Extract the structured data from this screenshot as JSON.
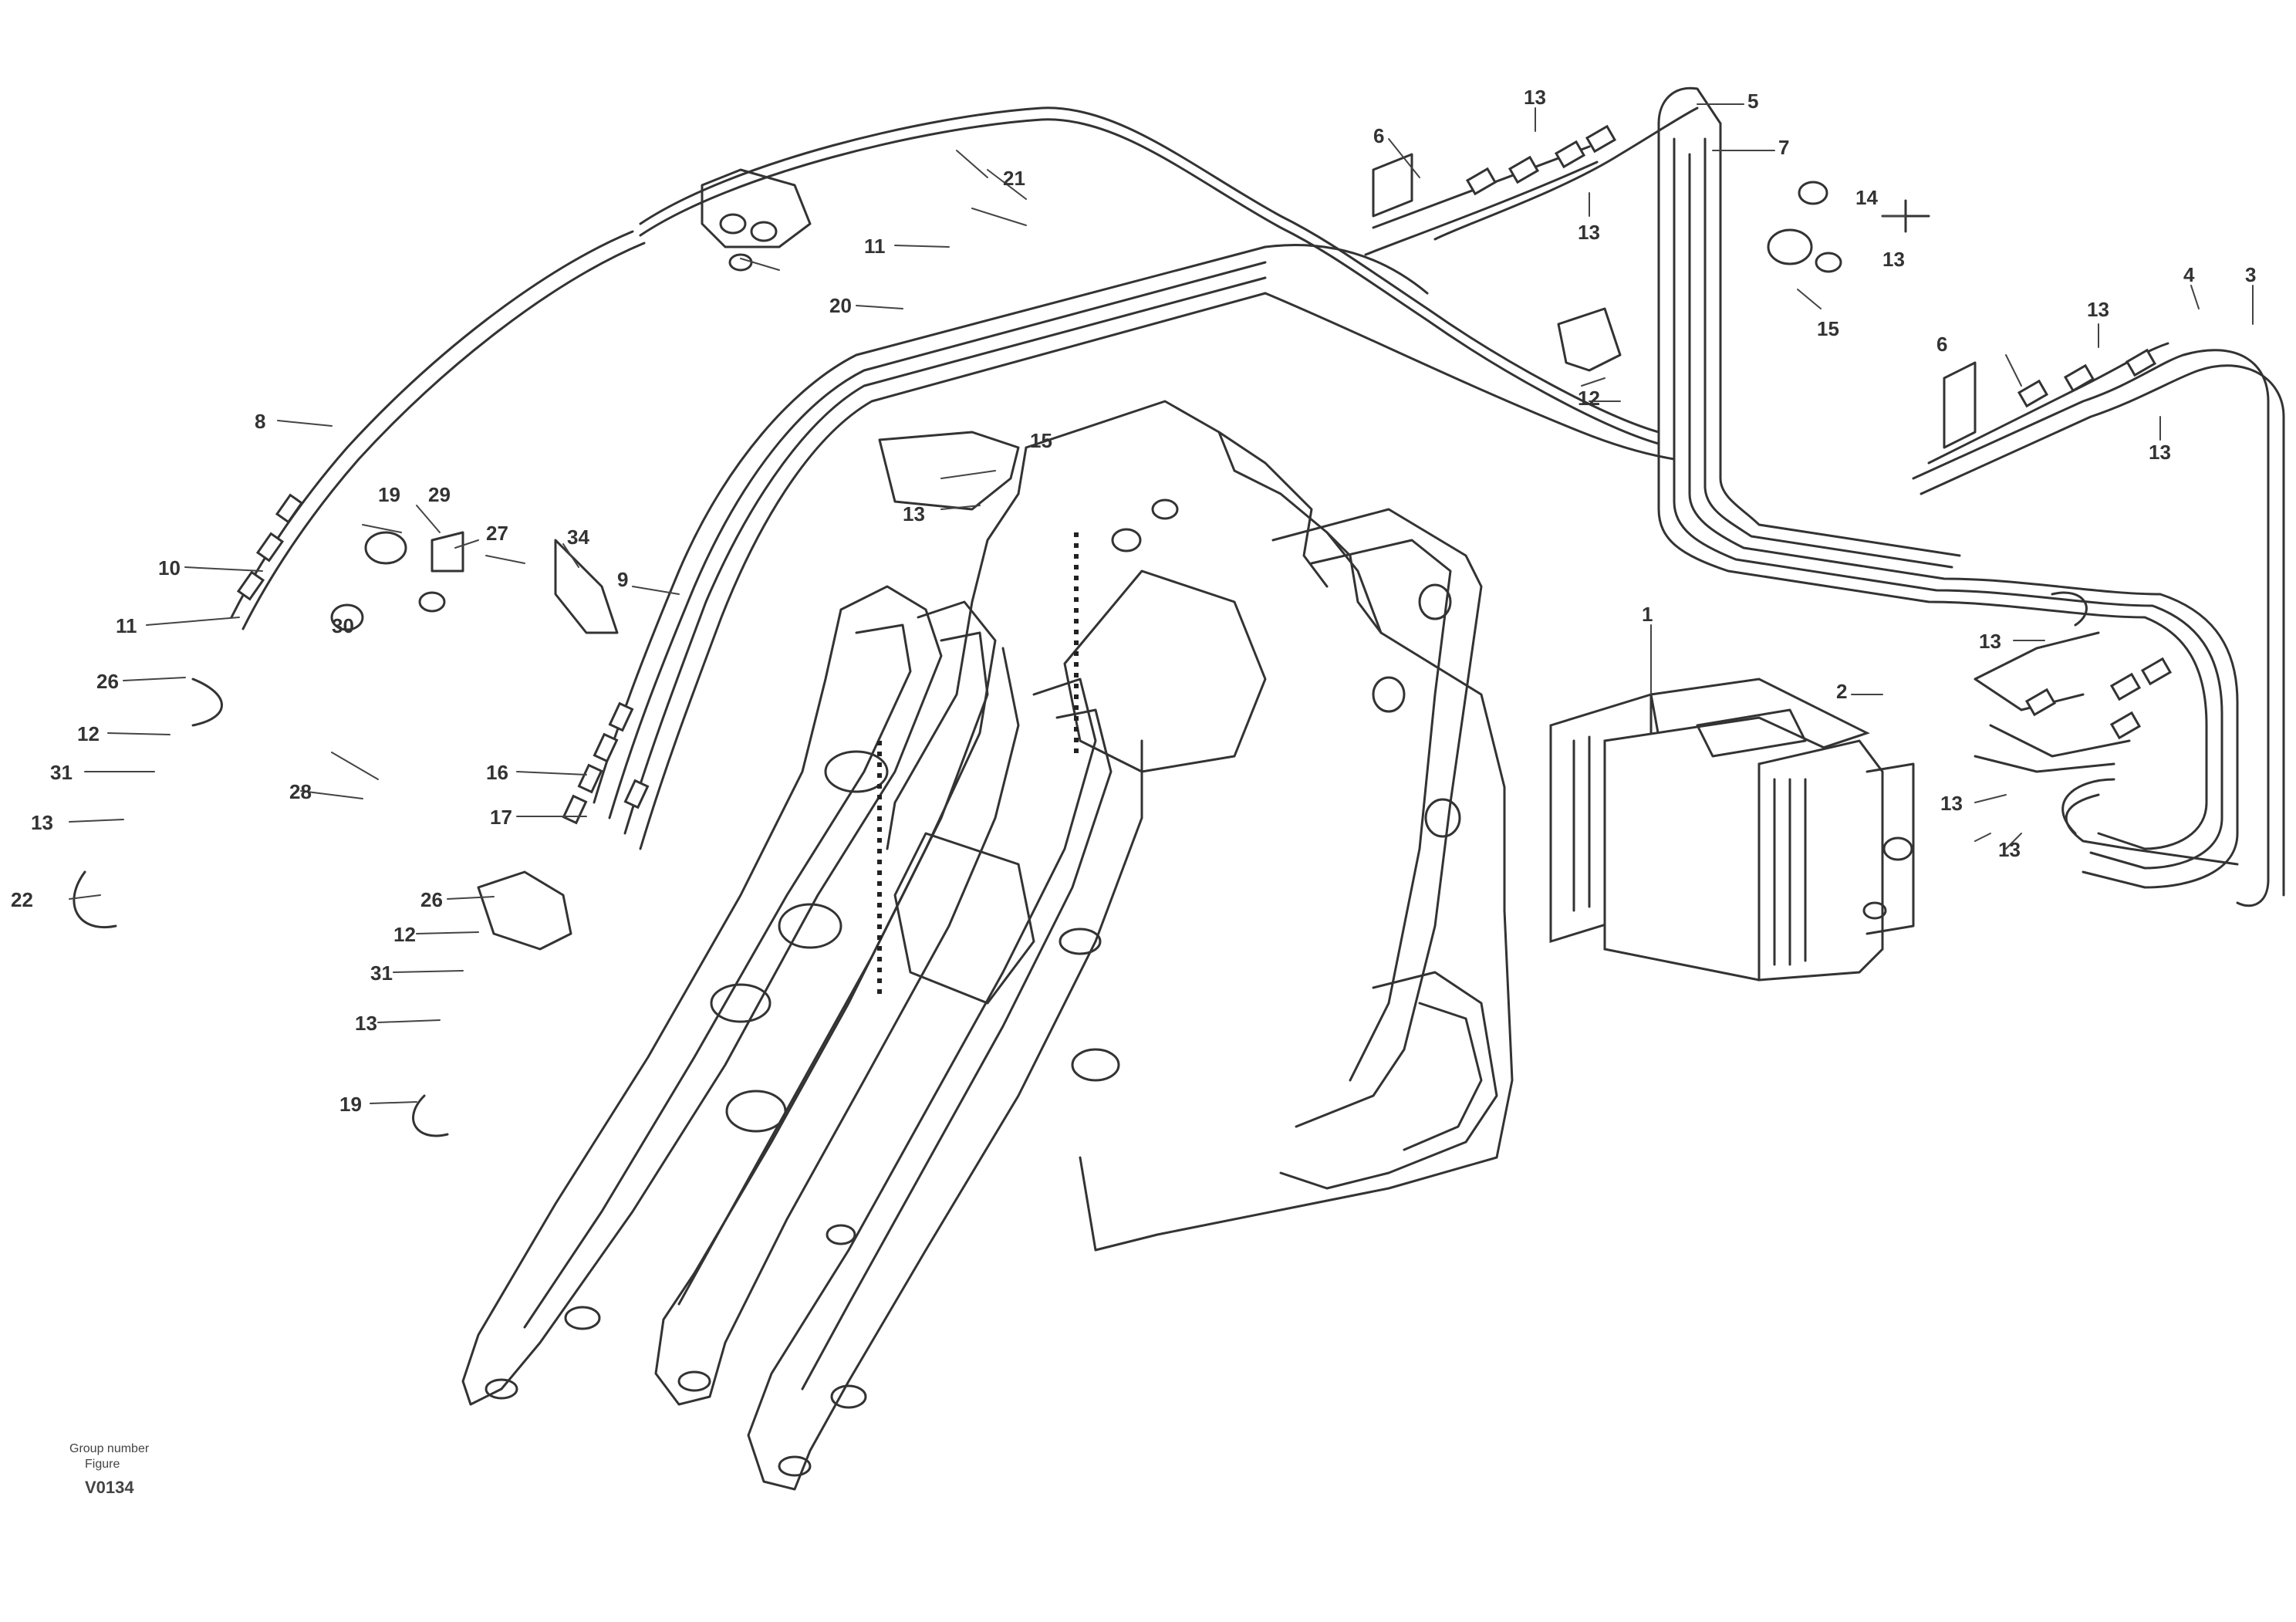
{
  "diagram": {
    "callouts": [
      {
        "id": "c1",
        "label": "8"
      },
      {
        "id": "c2",
        "label": "10"
      },
      {
        "id": "c3",
        "label": "11"
      },
      {
        "id": "c4",
        "label": "26"
      },
      {
        "id": "c5",
        "label": "12"
      },
      {
        "id": "c6",
        "label": "31"
      },
      {
        "id": "c7",
        "label": "13"
      },
      {
        "id": "c8",
        "label": "22"
      },
      {
        "id": "c9",
        "label": "19"
      },
      {
        "id": "c10",
        "label": "29"
      },
      {
        "id": "c11",
        "label": "27"
      },
      {
        "id": "c12",
        "label": "30"
      },
      {
        "id": "c13",
        "label": "34"
      },
      {
        "id": "c14",
        "label": "9"
      },
      {
        "id": "c15",
        "label": "16"
      },
      {
        "id": "c16",
        "label": "17"
      },
      {
        "id": "c17",
        "label": "26"
      },
      {
        "id": "c18",
        "label": "12"
      },
      {
        "id": "c19",
        "label": "31"
      },
      {
        "id": "c20",
        "label": "13"
      },
      {
        "id": "c21",
        "label": "19"
      },
      {
        "id": "c22",
        "label": "28"
      },
      {
        "id": "c23",
        "label": "21"
      },
      {
        "id": "c24",
        "label": "11"
      },
      {
        "id": "c25",
        "label": "20"
      },
      {
        "id": "c26",
        "label": "15"
      },
      {
        "id": "c27",
        "label": "13"
      },
      {
        "id": "c28",
        "label": "6"
      },
      {
        "id": "c29",
        "label": "5"
      },
      {
        "id": "c30",
        "label": "7"
      },
      {
        "id": "c31",
        "label": "13"
      },
      {
        "id": "c32",
        "label": "13"
      },
      {
        "id": "c33",
        "label": "14"
      },
      {
        "id": "c34",
        "label": "13"
      },
      {
        "id": "c35",
        "label": "15"
      },
      {
        "id": "c36",
        "label": "12"
      },
      {
        "id": "c37",
        "label": "4"
      },
      {
        "id": "c38",
        "label": "3"
      },
      {
        "id": "c39",
        "label": "6"
      },
      {
        "id": "c40",
        "label": "13"
      },
      {
        "id": "c41",
        "label": "13"
      },
      {
        "id": "c42",
        "label": "1"
      },
      {
        "id": "c43",
        "label": "2"
      },
      {
        "id": "c44",
        "label": "13"
      },
      {
        "id": "c45",
        "label": "13"
      },
      {
        "id": "c46",
        "label": "13"
      }
    ],
    "footer": {
      "line1": "Group number",
      "line2": "Figure",
      "code": "V0134"
    }
  }
}
